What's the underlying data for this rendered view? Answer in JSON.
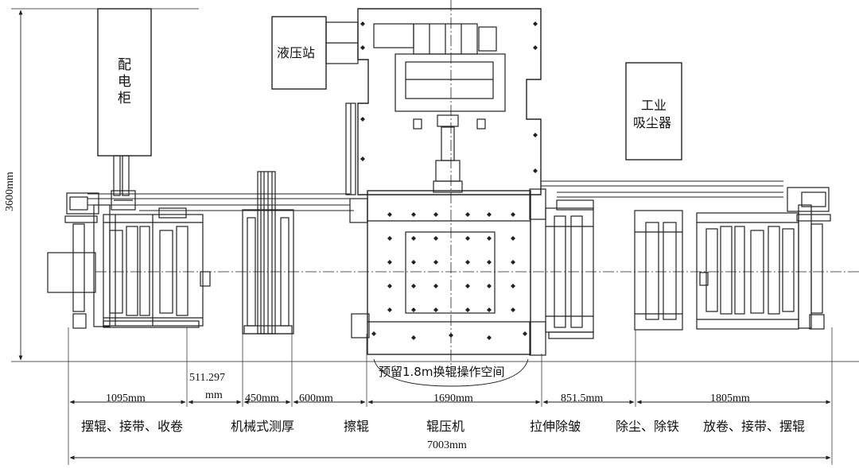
{
  "equipment_labels": {
    "control_cabinet": "配电柜",
    "hydraulic_station": "液压站",
    "dust_collector_line1": "工业",
    "dust_collector_line2": "吸尘器",
    "roll_change_space": "预留1.8m换辊操作空间"
  },
  "dimensions": {
    "height": "3600mm",
    "total_length": "7003mm",
    "segments": [
      "1095mm",
      "450mm",
      "600mm",
      "1690mm",
      "851.5mm",
      "1805mm"
    ],
    "gap_line1": "511.297",
    "gap_line2": "mm"
  },
  "sections": {
    "s1": "摆辊、接带、收卷",
    "s2": "机械式测厚",
    "s3": "擦辊",
    "s4": "辊压机",
    "s5": "拉伸除皱",
    "s6": "除尘、除铁",
    "s7": "放卷、接带、摆辊"
  }
}
